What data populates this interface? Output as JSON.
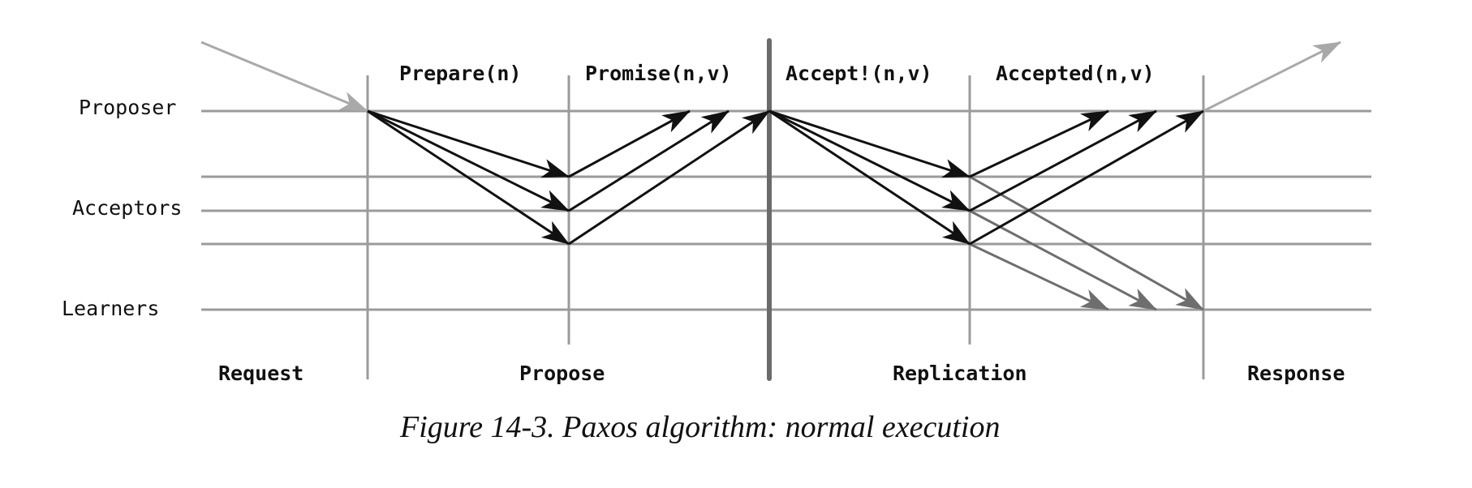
{
  "roles": {
    "proposer": "Proposer",
    "acceptors": "Acceptors",
    "learners": "Learners"
  },
  "messages": {
    "prepare": "Prepare(n)",
    "promise": "Promise(n,v)",
    "accept": "Accept!(n,v)",
    "accepted": "Accepted(n,v)"
  },
  "phases": {
    "request": "Request",
    "propose": "Propose",
    "replication": "Replication",
    "response": "Response"
  },
  "caption": "Figure 14-3. Paxos algorithm: normal execution"
}
